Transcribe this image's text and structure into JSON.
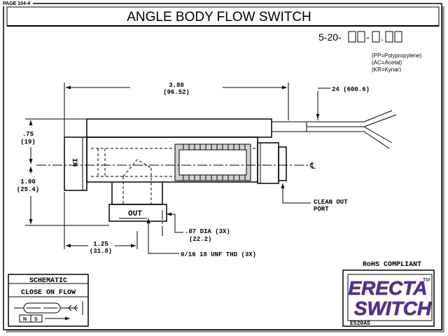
{
  "page_label": "PAGE 104-4",
  "title": "ANGLE BODY FLOW SWITCH",
  "part_number": {
    "prefix": "5-20-",
    "separator": "-",
    "dot": ".",
    "material_options": [
      "(PP=Polypropylene)",
      "(AC=Acetal)",
      "(KR=Kynar)"
    ]
  },
  "dimensions": {
    "overall_length": "3.80",
    "overall_length_mm": "(96.52)",
    "lead_length": "24 (600.6)",
    "top_height": ".75",
    "top_height_mm": "(19)",
    "center_height": "1.00",
    "center_height_mm": "(25.4)",
    "outlet_offset": "1.25",
    "outlet_offset_mm": "(31.8)",
    "port_dia": ".87 DIA (3X)",
    "port_dia_mm": "(22.2)",
    "thread": "9/16 18 UNF THD (3X)"
  },
  "labels": {
    "inlet": "IN",
    "outlet": "OUT",
    "centerline": "℄",
    "clean_out_line1": "CLEAN OUT",
    "clean_out_line2": "PORT"
  },
  "schematic": {
    "title": "SCHEMATIC",
    "subtitle": "CLOSE ON FLOW",
    "pole_n": "N",
    "pole_s": "S"
  },
  "compliance": "RoHS COMPLIANT",
  "logo": {
    "line1": "ERECTA",
    "line2": "SWITCH",
    "trademark": "TM",
    "model": "E520AS",
    "colors": {
      "blue": "#1e3fbf",
      "red": "#b8241c"
    }
  }
}
